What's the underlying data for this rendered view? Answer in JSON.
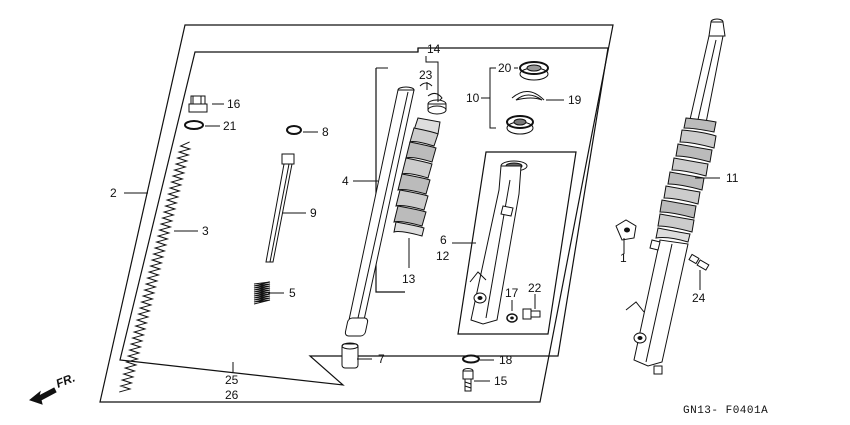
{
  "diagram_code": "GN13- F0401A",
  "front_arrow_label": "FR.",
  "callouts": {
    "c1": "1",
    "c2": "2",
    "c3": "3",
    "c4": "4",
    "c5": "5",
    "c6": "6",
    "c7": "7",
    "c8": "8",
    "c9": "9",
    "c10": "10",
    "c11": "11",
    "c12": "12",
    "c13": "13",
    "c14": "14",
    "c15": "15",
    "c16": "16",
    "c17": "17",
    "c18": "18",
    "c19": "19",
    "c20": "20",
    "c21": "21",
    "c22": "22",
    "c23": "23",
    "c24": "24",
    "c25": "25",
    "c26": "26"
  }
}
